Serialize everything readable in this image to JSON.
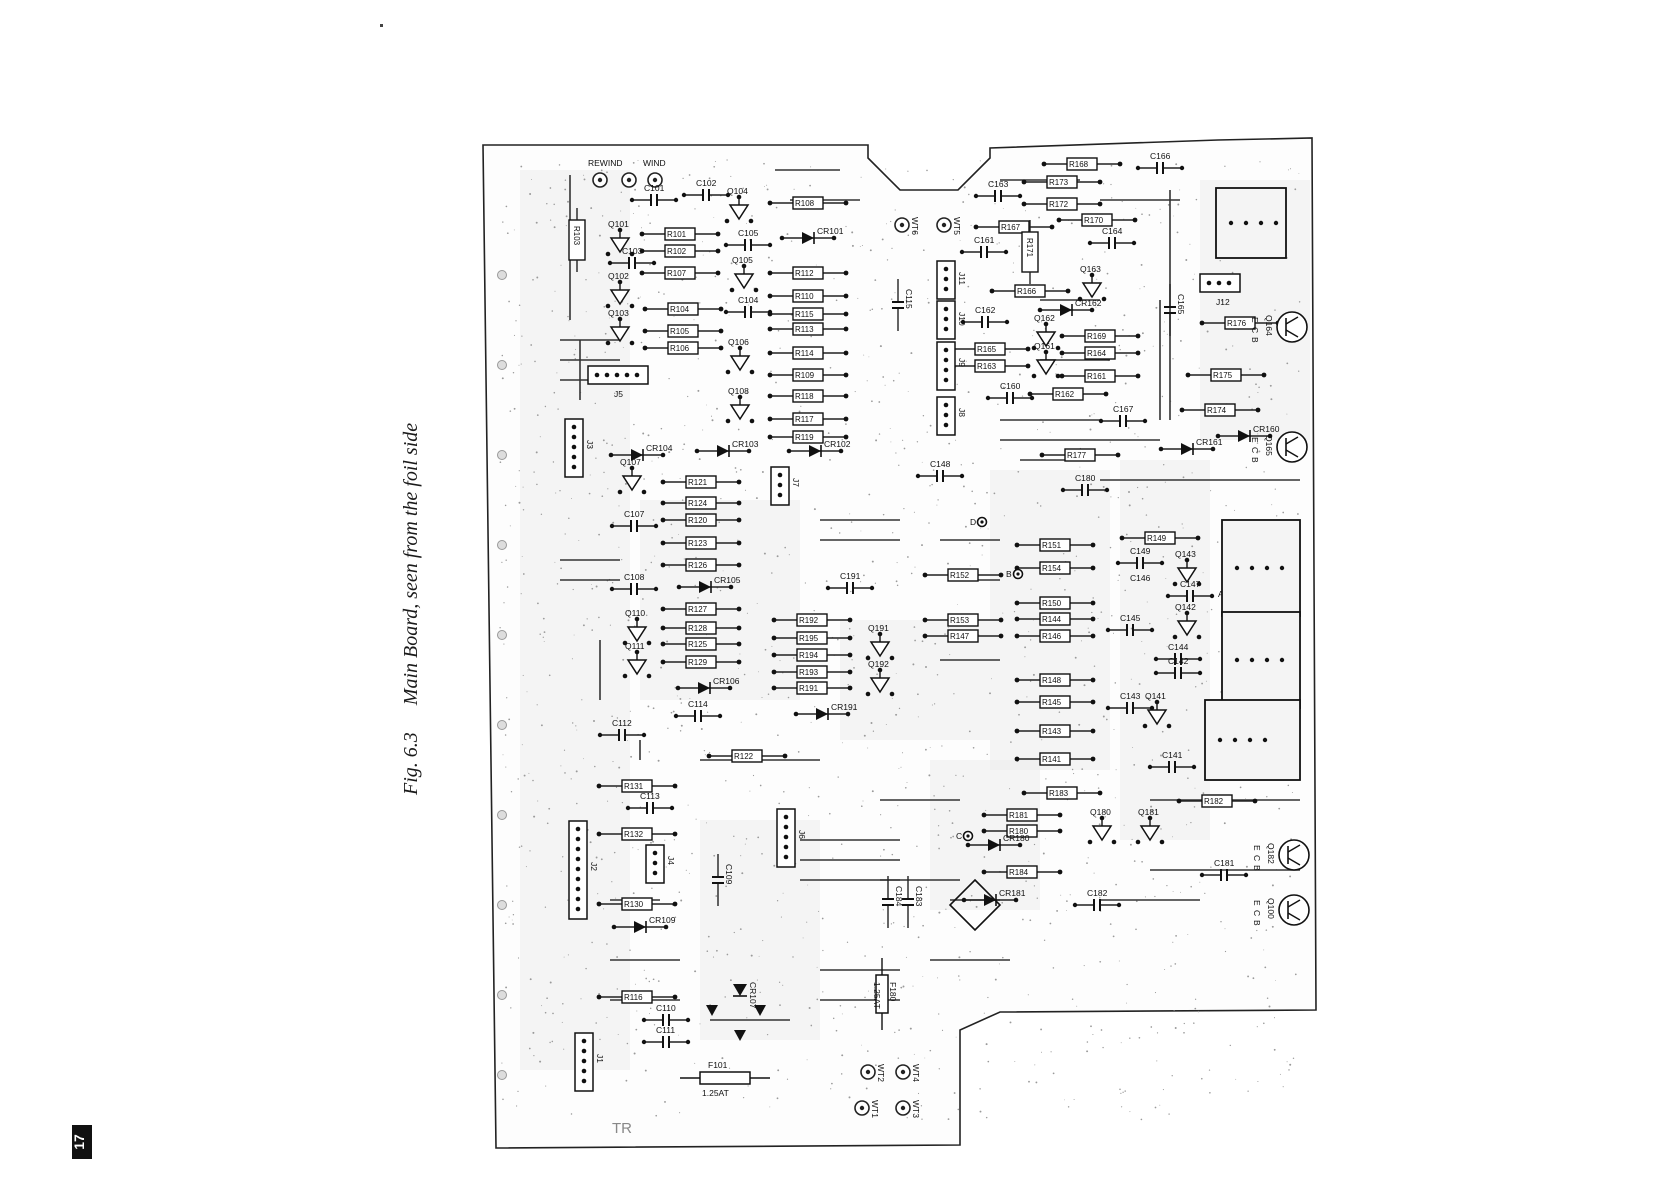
{
  "figure": {
    "number": "Fig. 6.3",
    "caption": "Main Board, seen from the foil side"
  },
  "page_number": "17",
  "board": {
    "top_labels": [
      "REWIND",
      "WIND"
    ],
    "bottom_mark": "TR",
    "fuses": [
      {
        "ref": "F101",
        "rating": "1.25AT"
      },
      {
        "ref": "F180",
        "rating": "1.25AT"
      }
    ],
    "resistors": [
      "R103",
      "R101",
      "R102",
      "R107",
      "R104",
      "R105",
      "R106",
      "R108",
      "R112",
      "R110",
      "R115",
      "R113",
      "R114",
      "R109",
      "R118",
      "R117",
      "R119",
      "R121",
      "R124",
      "R120",
      "R123",
      "R126",
      "R127",
      "R128",
      "R125",
      "R129",
      "R122",
      "R131",
      "R132",
      "R130",
      "R116",
      "R192",
      "R195",
      "R194",
      "R193",
      "R191",
      "R152",
      "R153",
      "R147",
      "R151",
      "R154",
      "R150",
      "R144",
      "R146",
      "R148",
      "R145",
      "R143",
      "R141",
      "R183",
      "R181",
      "R180",
      "R184",
      "R182",
      "R149",
      "R168",
      "R173",
      "R172",
      "R170",
      "R167",
      "R171",
      "R166",
      "R165",
      "R163",
      "R169",
      "R164",
      "R161",
      "R162",
      "R177",
      "R176",
      "R175",
      "R174"
    ],
    "capacitors": [
      "C101",
      "C102",
      "C103",
      "C105",
      "C104",
      "C107",
      "C108",
      "C114",
      "C112",
      "C113",
      "C109",
      "C110",
      "C111",
      "C191",
      "C148",
      "C115",
      "C163",
      "C161",
      "C162",
      "C160",
      "C164",
      "C166",
      "C165",
      "C167",
      "C180",
      "C149",
      "C146",
      "C147",
      "C145",
      "C144",
      "C142",
      "C143",
      "C141",
      "C181",
      "C182",
      "C183",
      "C184"
    ],
    "transistors": [
      "Q101",
      "Q102",
      "Q103",
      "Q104",
      "Q105",
      "Q106",
      "Q107",
      "Q108",
      "Q110",
      "Q111",
      "Q191",
      "Q192",
      "Q143",
      "Q142",
      "Q141",
      "Q180",
      "Q181",
      "Q161",
      "Q162",
      "Q163",
      "Q164",
      "Q165",
      "Q182",
      "Q100"
    ],
    "diodes": [
      "CR101",
      "CR102",
      "CR103",
      "CR104",
      "CR105",
      "CR106",
      "CR107",
      "CR109",
      "CR180",
      "CR181",
      "CR191",
      "CR160",
      "CR161",
      "CR162"
    ],
    "connectors": [
      "J1",
      "J2",
      "J3",
      "J4",
      "J5",
      "J6",
      "J7",
      "J8",
      "J9",
      "J10",
      "J11",
      "J12"
    ],
    "test_points": [
      "WT1",
      "WT2",
      "WT3",
      "WT4",
      "WT5",
      "WT6"
    ],
    "pad_letters": [
      "A",
      "B",
      "C",
      "D"
    ],
    "terminal_letters": [
      "E",
      "C",
      "B"
    ]
  }
}
